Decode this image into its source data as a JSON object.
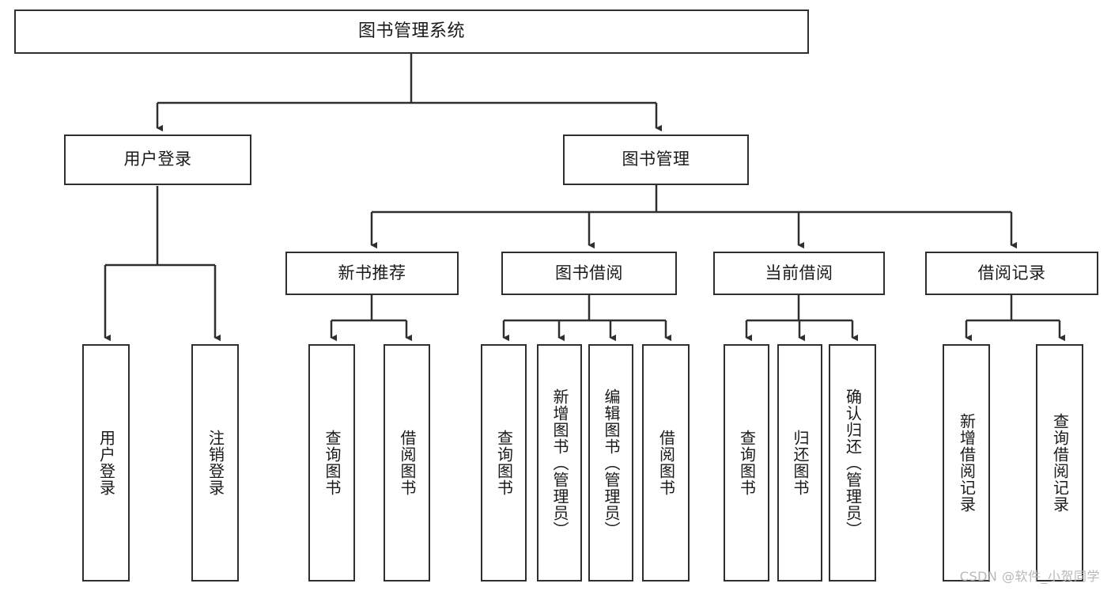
{
  "diagram": {
    "title": "图书管理系统",
    "type": "hierarchy-tree",
    "watermark": "CSDN @软件_小贺同学",
    "colors": {
      "stroke": "#2f2f2f",
      "fill": "#ffffff",
      "text": "#1a1a1a",
      "watermark": "#b8b8b8"
    },
    "root": {
      "label": "图书管理系统"
    },
    "level2": [
      {
        "label": "用户登录"
      },
      {
        "label": "图书管理"
      }
    ],
    "level3": [
      {
        "label": "新书推荐"
      },
      {
        "label": "图书借阅"
      },
      {
        "label": "当前借阅"
      },
      {
        "label": "借阅记录"
      }
    ],
    "leaves": {
      "user_login": [
        {
          "label": "用户登录"
        },
        {
          "label": "注销登录"
        }
      ],
      "new_book_recommend": [
        {
          "label": "查询图书"
        },
        {
          "label": "借阅图书"
        }
      ],
      "book_borrow": [
        {
          "label": "查询图书"
        },
        {
          "label": "新增图书（管理员）"
        },
        {
          "label": "编辑图书（管理员）"
        },
        {
          "label": "借阅图书"
        }
      ],
      "current_borrow": [
        {
          "label": "查询图书"
        },
        {
          "label": "归还图书"
        },
        {
          "label": "确认归还（管理员）"
        }
      ],
      "borrow_record": [
        {
          "label": "新增借阅记录"
        },
        {
          "label": "查询借阅记录"
        }
      ]
    }
  }
}
